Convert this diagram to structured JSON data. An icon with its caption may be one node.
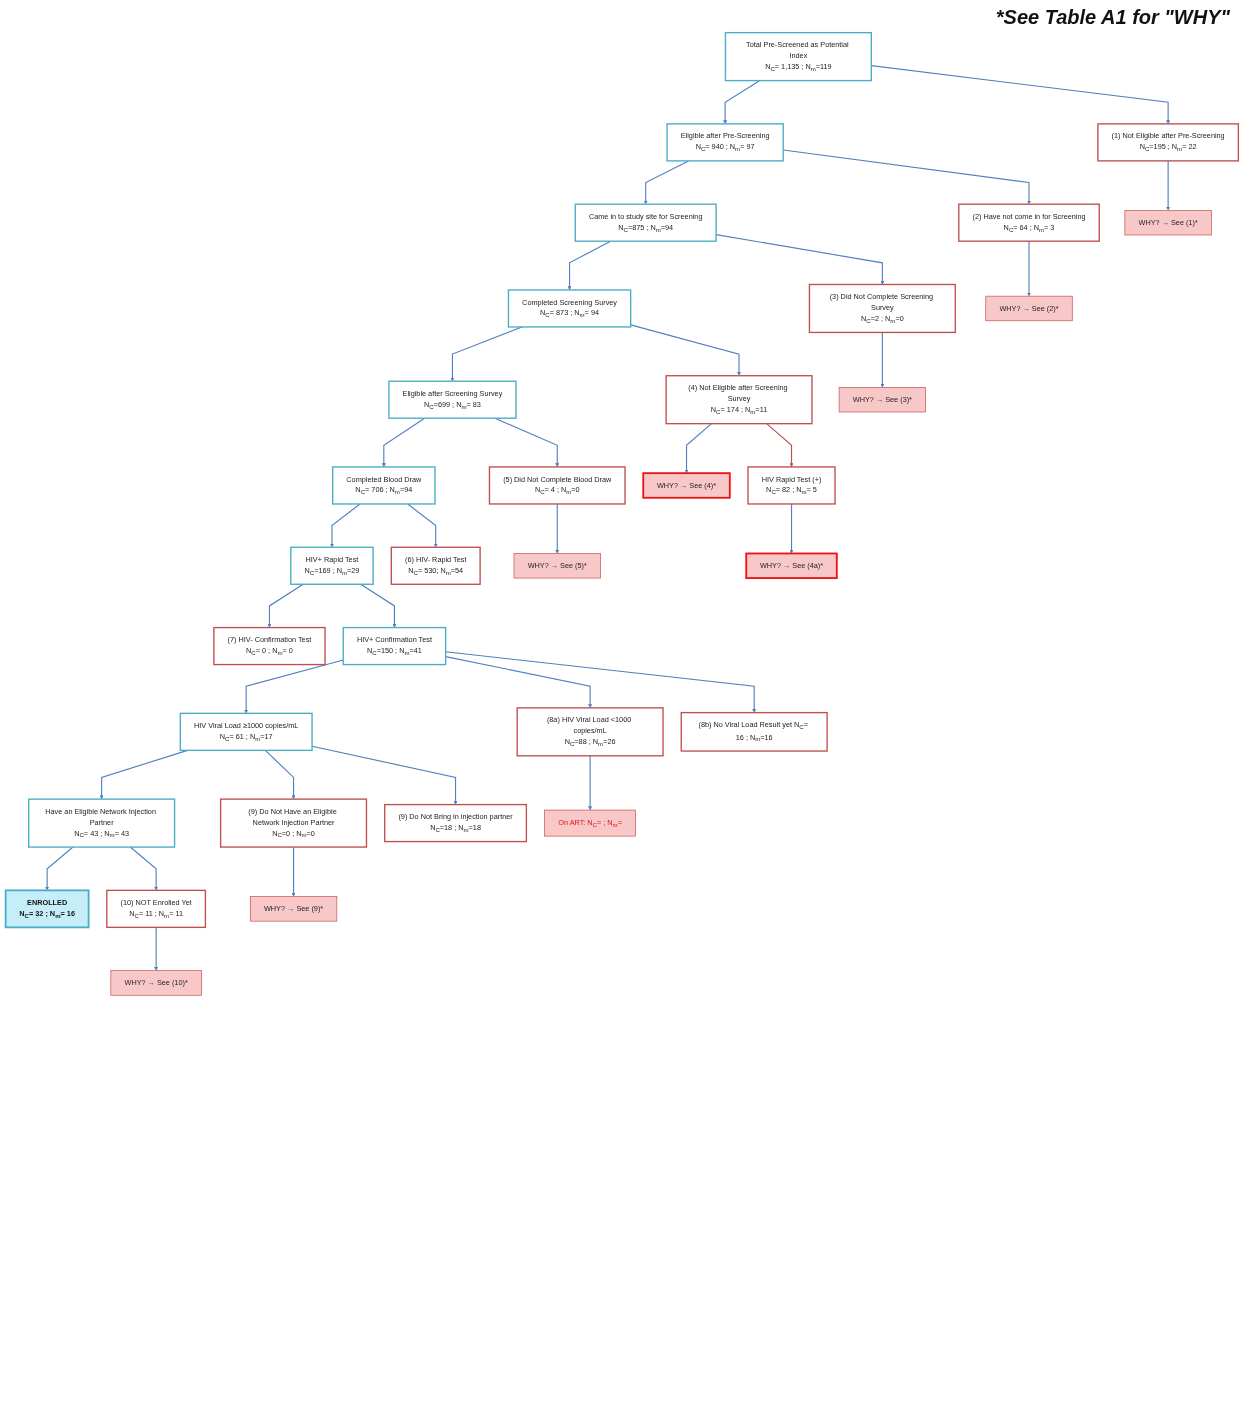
{
  "diagram": {
    "nodes": [
      {
        "text": [
          "Total Pre-Screened as Potential Index",
          "N$_{C}$= 1,135 ; N$_{m}$=119"
        ]
      },
      {
        "text": [
          "(1) Not Eligible after Pre-Screening",
          "N$_{C}$=195 ; N$_{m}$= 22"
        ]
      },
      {
        "text": [
          "WHY? → See (1)*"
        ]
      },
      {
        "text": [
          "Eligible after Pre-Screening",
          "N$_{C}$= 940 ; N$_{m}$= 97"
        ]
      },
      {
        "text": [
          "(2) Have not come in for Screening",
          "N$_{C}$= 64 ; N$_{m}$= 3"
        ]
      },
      {
        "text": [
          "WHY? → See (2)*"
        ]
      },
      {
        "text": [
          "Came in to study site for Screening",
          "N$_{C}$=875 ; N$_{m}$=94"
        ]
      },
      {
        "text": [
          "(3) Did Not Complete Screening Survey",
          "N$_{C}$=2 ; N$_{m}$=0"
        ]
      },
      {
        "text": [
          "WHY? → See (3)*"
        ]
      },
      {
        "text": [
          "Completed Screening Survey",
          "N$_{C}$= 873 ; N$_{m}$= 94"
        ]
      },
      {
        "text": [
          "(4) Not Eligible after Screening Survey",
          "N$_{C}$= 174 ; N$_{m}$=11"
        ]
      },
      {
        "text": [
          "WHY? → See (4)*"
        ]
      },
      {
        "text": [
          "HIV Rapid Test (+)",
          "N$_{C}$= 82 ; N$_{m}$= 5"
        ]
      },
      {
        "text": [
          "WHY? → See (4a)*"
        ]
      },
      {
        "text": [
          "Eligible after Screening Survey",
          "N$_{C}$=699 ; N$_{m}$= 83"
        ]
      },
      {
        "text": [
          "(5) Did Not Complete Blood Draw",
          "N$_{C}$= 4 ; N$_{m}$=0"
        ]
      },
      {
        "text": [
          "WHY? → See (5)*"
        ]
      },
      {
        "text": [
          "Completed Blood Draw",
          "N$_{C}$= 706 ; N$_{m}$=94"
        ]
      },
      {
        "text": [
          "(6) HIV- Rapid Test",
          "N$_{C}$= 530; N$_{m}$=54"
        ]
      },
      {
        "text": [
          "HIV+ Rapid Test",
          "N$_{C}$=169 ; N$_{m}$=29"
        ]
      },
      {
        "text": [
          "(7) HIV- Confirmation Test",
          "N$_{C}$= 0 ; N$_{m}$= 0"
        ]
      },
      {
        "text": [
          "HIV+ Confirmation Test",
          "N$_{C}$=150 ; N$_{m}$=41"
        ]
      },
      {
        "text": [
          "(8a) HIV Viral Load <1000 copies/mL",
          "N$_{C}$=88 ; N$_{m}$=26"
        ]
      },
      {
        "text": [
          "On ART: N$_{C}$= ; N$_{m}$="
        ]
      },
      {
        "text": [
          "(8b) No Viral Load Result yet N$_{C}$= 16 ; N$_{m}$=16"
        ]
      },
      {
        "text": [
          "HIV Viral Load ≥1000 copies/mL",
          "N$_{C}$= 61 ; N$_{m}$=17"
        ]
      },
      {
        "text": [
          "(9) Do Not Have an Eligible Network Injection Partner",
          "N$_{C}$=0 ; N$_{m}$=0"
        ]
      },
      {
        "text": [
          "WHY? → See (9)*"
        ]
      },
      {
        "text": [
          "(9) Do Not Bring in injection partner",
          "N$_{C}$=18 ; N$_{m}$=18"
        ]
      },
      {
        "text": [
          "Have an Eligible Network Injection Partner",
          "N$_{C}$= 43 ; N$_{m}$= 43"
        ]
      },
      {
        "text": [
          "(10) NOT Enrolled Yet",
          "N$_{C}$= 11 ; N$_{m}$= 11"
        ]
      },
      {
        "text": [
          "WHY? → See (10)*"
        ]
      },
      {
        "text": [
          "ENROLLED",
          "N$_{C}$= 32 ; N$_{m}$= 16"
        ]
      }
    ],
    "edges": [
      {
        "from": 0,
        "to": 3,
        "arrow": "to"
      },
      {
        "from": 3,
        "to": 6,
        "arrow": "to"
      },
      {
        "from": 6,
        "to": 9,
        "arrow": "to"
      },
      {
        "from": 9,
        "to": 14,
        "arrow": "to"
      },
      {
        "from": 14,
        "to": 17,
        "arrow": "to"
      },
      {
        "from": 17,
        "to": 19,
        "arrow": "to"
      },
      {
        "from": 19,
        "to": 20,
        "arrow": "to"
      },
      {
        "from": 19,
        "to": 21,
        "arrow": "to"
      },
      {
        "from": 21,
        "to": 25,
        "arrow": "to"
      },
      {
        "from": 25,
        "to": 29,
        "arrow": "to"
      },
      {
        "from": 29,
        "to": 32,
        "arrow": "to"
      },
      {
        "from": 0,
        "to": 1,
        "arrow": "to"
      },
      {
        "from": 3,
        "to": 4,
        "arrow": "to"
      },
      {
        "from": 6,
        "to": 7,
        "arrow": "to"
      },
      {
        "from": 9,
        "to": 10,
        "arrow": "to"
      },
      {
        "from": 14,
        "to": 15,
        "arrow": "to"
      },
      {
        "from": 17,
        "to": 18,
        "arrow": "to"
      },
      {
        "from": 21,
        "to": 22,
        "arrow": "to"
      },
      {
        "from": 21,
        "to": 24,
        "arrow": "to"
      },
      {
        "from": 25,
        "to": 26,
        "arrow": "to"
      },
      {
        "from": 25,
        "to": 28,
        "arrow": "to"
      },
      {
        "from": 29,
        "to": 30,
        "arrow": "to"
      },
      {
        "from": 1,
        "to": 2,
        "arrow": "to"
      },
      {
        "from": 4,
        "to": 5,
        "arrow": "to"
      },
      {
        "from": 7,
        "to": 8,
        "arrow": "to"
      },
      {
        "from": 10,
        "to": 11,
        "arrow": "to"
      },
      {
        "from": 10,
        "to": 12,
        "arrow": "to",
        "color": "#c0504d"
      },
      {
        "from": 12,
        "to": 13,
        "arrow": "to"
      },
      {
        "from": 15,
        "to": 16,
        "arrow": "to"
      },
      {
        "from": 22,
        "to": 23,
        "arrow": "to"
      },
      {
        "from": 26,
        "to": 27,
        "arrow": "to"
      },
      {
        "from": 30,
        "to": 31,
        "arrow": "to"
      }
    ],
    "labels": [
      "*See Table A1 for \"WHY\""
    ]
  }
}
